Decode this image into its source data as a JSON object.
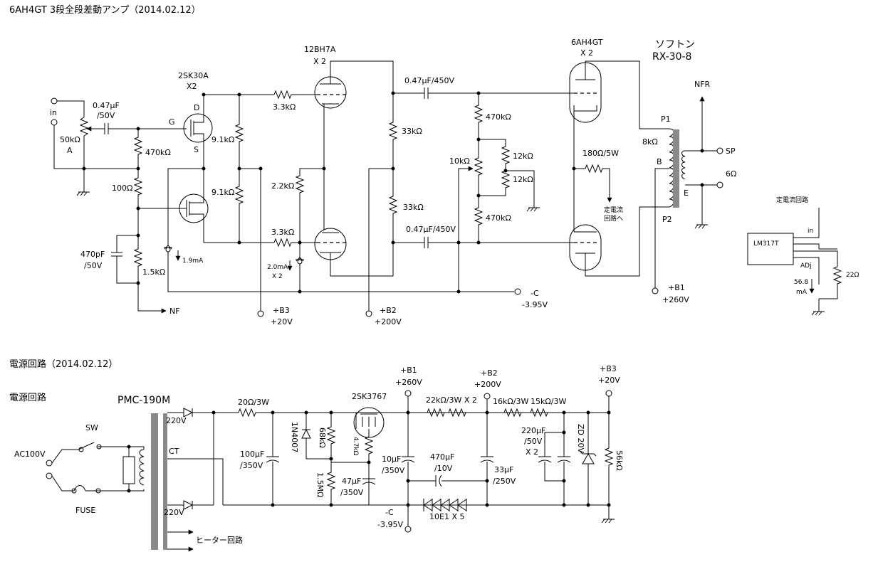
{
  "title": "6AH4GT 3段全段差動アンプ（2014.02.12）",
  "psu_title": "電源回路（2014.02.12）",
  "psu_subtitle": "電源回路",
  "ccs_title": "定電流回路",
  "amp": {
    "input": {
      "label": "in",
      "cap": "0.47μF",
      "cap2": "/50V",
      "vol": "50kΩ",
      "vol2": "A"
    },
    "fet": {
      "name": "2SK30A",
      "qty": "X2",
      "g": "G",
      "d": "D",
      "s": "S"
    },
    "r_470k": "470kΩ",
    "r_100": "100Ω",
    "r_1k5": "1.5kΩ",
    "c_470p": "470pF",
    "c_470p2": "/50V",
    "r_9k1_a": "9.1kΩ",
    "r_9k1_b": "9.1kΩ",
    "r_3k3_a": "3.3kΩ",
    "r_3k3_b": "3.3kΩ",
    "r_2k2": "2.2kΩ",
    "i_1m9": "1.9mA",
    "i_2m": "2.0mA",
    "i_2m_qty": "X 2",
    "nf": "NF",
    "b3": "+B3",
    "b3v": "+20V",
    "tube1": {
      "name": "12BH7A",
      "qty": "X 2"
    },
    "b2": "+B2",
    "b2v": "+200V",
    "r_33k_a": "33kΩ",
    "r_33k_b": "33kΩ",
    "c_cpl_a": "0.47μF/450V",
    "c_cpl_b": "0.47μF/450V",
    "r_470k_a": "470kΩ",
    "r_470k_b": "470kΩ",
    "r_10k": "10kΩ",
    "r_12k_a": "12kΩ",
    "r_12k_b": "12kΩ",
    "neg_c": "-C",
    "neg_cv": "-3.95V",
    "tube2": {
      "name": "6AH4GT",
      "qty": "X 2"
    },
    "r_180": "180Ω/5W",
    "ccs_note1": "定電流",
    "ccs_note2": "回路へ",
    "xfmr": {
      "name1": "ソフトン",
      "name2": "RX-30-8",
      "imp": "8kΩ",
      "p1": "P1",
      "p2": "P2",
      "b": "B",
      "e": "E"
    },
    "nfr": "NFR",
    "sp": "SP",
    "sp_ohm": "6Ω",
    "b1": "+B1",
    "b1v": "+260V"
  },
  "ccs": {
    "ic": "LM317T",
    "in": "in",
    "adj": "ADj",
    "r": "22Ω",
    "i1": "56.8",
    "i2": "mA"
  },
  "psu": {
    "trans": "PMC-190M",
    "ac": "AC100V",
    "sw": "SW",
    "fuse": "FUSE",
    "v220a": "220V",
    "ct": "CT",
    "v220b": "220V",
    "heater": "ヒーター回路",
    "r_20": "20Ω/3W",
    "c_100u": "100μF",
    "c_100u2": "/350V",
    "diode": "1N4007",
    "r_68k": "68kΩ",
    "r_1m5": "1.5MΩ",
    "mosfet": "2SK3767",
    "r_4k7": "4.7kΩ",
    "c_47u": "47μF",
    "c_47u2": "/350V",
    "b1": "+B1",
    "b1v": "+260V",
    "c_10u": "10μF",
    "c_10u2": "/350V",
    "r_22k": "22kΩ/3W X 2",
    "c_470u": "470μF",
    "c_470u2": "/10V",
    "diodes": "10E1 X 5",
    "negc": "-C",
    "negcv": "-3.95V",
    "b2": "+B2",
    "b2v": "+200V",
    "c_33u": "33μF",
    "c_33u2": "/250V",
    "r_16k": "16kΩ/3W",
    "r_15k": "15kΩ/3W",
    "c_220u": "220μF",
    "c_220u2": "/50V",
    "c_220u3": "X 2",
    "zd": "ZD 20V",
    "b3": "+B3",
    "b3v": "+20V",
    "r_56k": "56kΩ"
  }
}
